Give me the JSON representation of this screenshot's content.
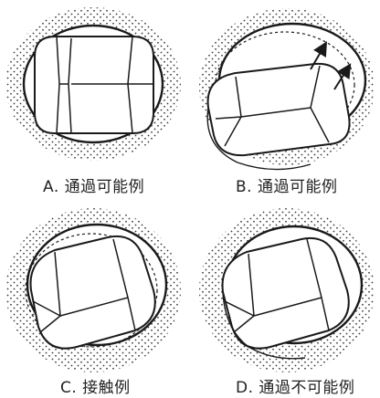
{
  "panels": [
    {
      "id": "A",
      "caption": "A. 通過可能例"
    },
    {
      "id": "B",
      "caption": "B. 通過可能例"
    },
    {
      "id": "C",
      "caption": "C. 接触例"
    },
    {
      "id": "D",
      "caption": "D. 通過不可能例"
    }
  ],
  "colors": {
    "line": "#1a1a1a",
    "stipple": "#3a3a3a",
    "background": "#ffffff"
  }
}
